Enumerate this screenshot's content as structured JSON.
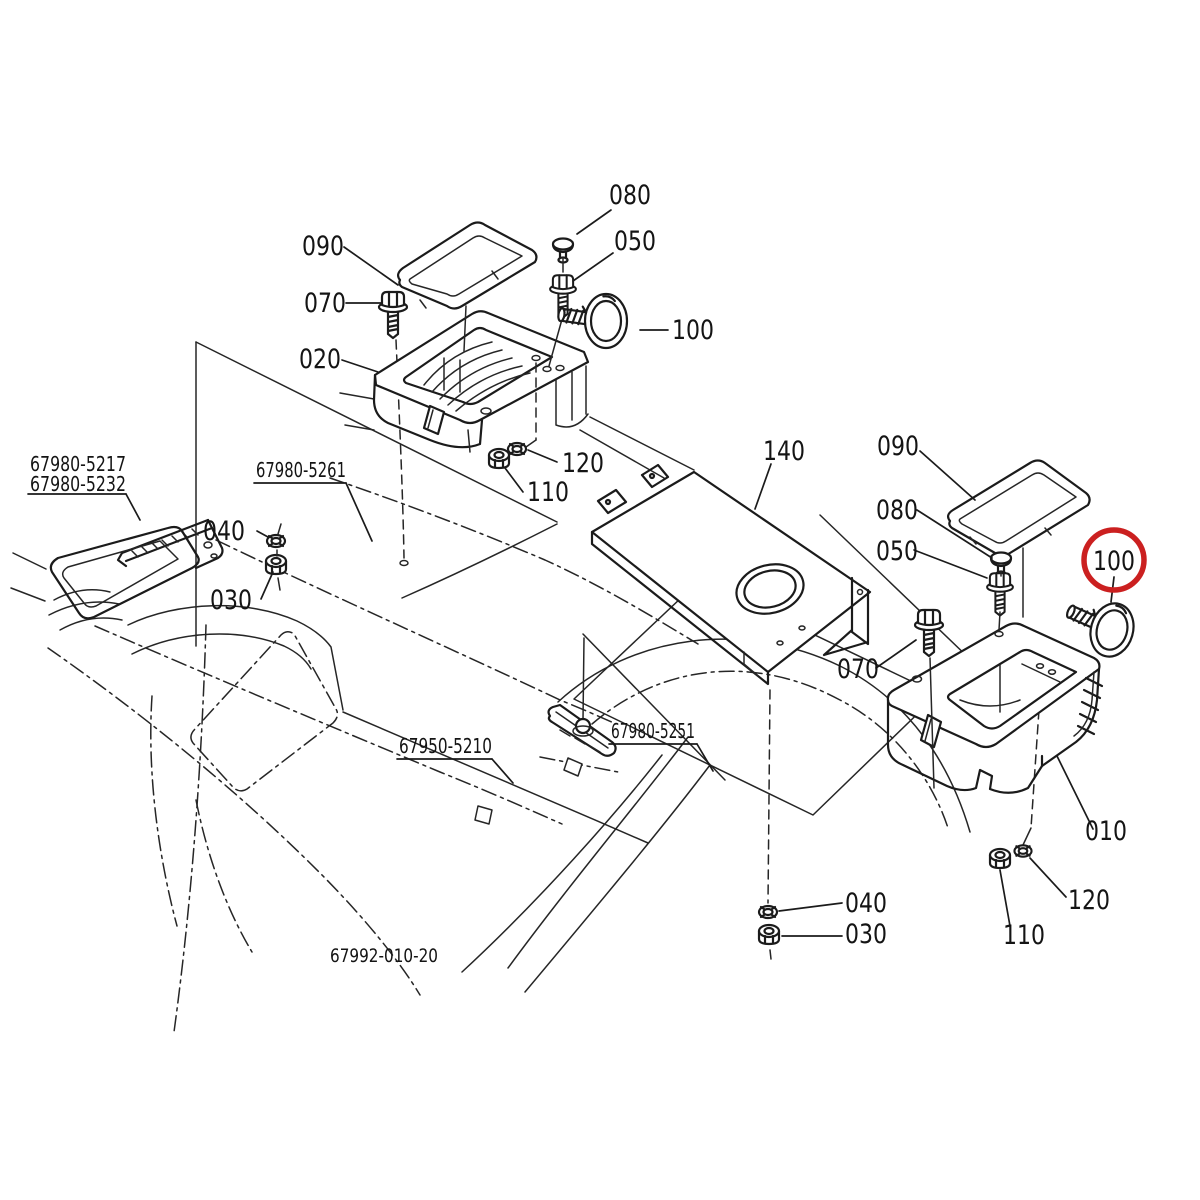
{
  "diagram": {
    "drawing_number": "67992-010-20",
    "highlight": {
      "color": "#cb2020",
      "label": "100"
    },
    "labels": {
      "t080": "080",
      "t050": "050",
      "l090": "090",
      "l070": "070",
      "l020": "020",
      "l100": "100",
      "c120": "120",
      "c110": "110",
      "l040": "040",
      "l030": "030",
      "p140": "140",
      "r090": "090",
      "r080": "080",
      "r050": "050",
      "r070": "070",
      "r010": "010",
      "r120": "120",
      "r110": "110",
      "b040": "040",
      "b030": "030"
    },
    "parts": {
      "p5217": "67980-5217",
      "p5232": "67980-5232",
      "p5261": "67980-5261",
      "p5210": "67950-5210",
      "p5251": "67980-5251"
    }
  }
}
